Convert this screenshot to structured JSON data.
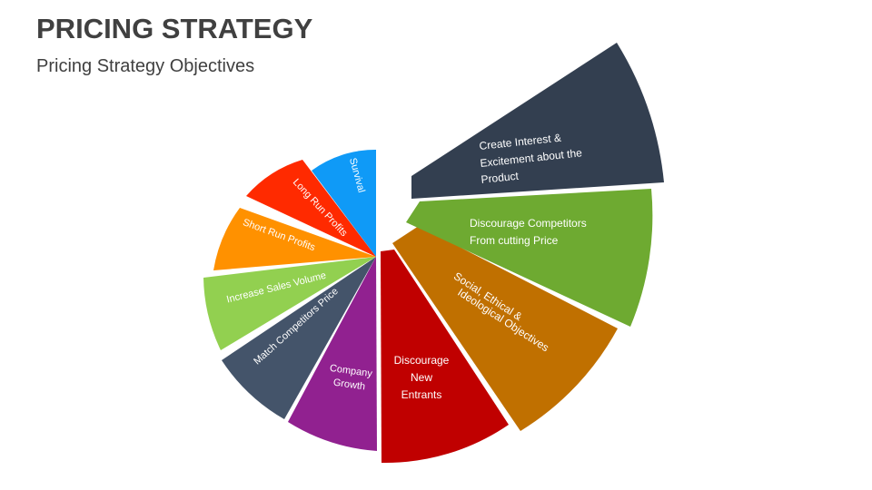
{
  "header": {
    "title": "PRICING STRATEGY",
    "subtitle": "Pricing Strategy Objectives"
  },
  "chart_data": {
    "type": "pie",
    "title": "Pricing Strategy Objectives",
    "note": "Rose/spiral pie diagram: segments of increasing radius, clockwise from top",
    "categories": [
      "Survival",
      "Long Run Profits",
      "Short Run Profits",
      "Increase Sales Volume",
      "Match Competitors Price",
      "Company Growth",
      "Discourage New Entrants",
      "Social, Ethical & Ideological Objectives",
      "Discourage Competitors From cutting Price",
      "Create Interest & Excitement about the Product"
    ],
    "colors": [
      "#0F9AF7",
      "#FF2A00",
      "#FF9100",
      "#92D050",
      "#44546A",
      "#912190",
      "#C00000",
      "#C07000",
      "#6EAA31",
      "#333F50"
    ]
  },
  "segments": [
    {
      "label_lines": [
        "Survival"
      ],
      "color": "#0F9AF7"
    },
    {
      "label_lines": [
        "Long Run Profits"
      ],
      "color": "#FF2A00"
    },
    {
      "label_lines": [
        "Short Run Profits"
      ],
      "color": "#FF9100"
    },
    {
      "label_lines": [
        "Increase Sales Volume"
      ],
      "color": "#92D050"
    },
    {
      "label_lines": [
        "Match Competitors Price"
      ],
      "color": "#44546A"
    },
    {
      "label_lines": [
        "Company",
        "Growth"
      ],
      "color": "#912190"
    },
    {
      "label_lines": [
        "Discourage",
        "New",
        "Entrants"
      ],
      "color": "#C00000"
    },
    {
      "label_lines": [
        "Social, Ethical &",
        "Ideological Objectives"
      ],
      "color": "#C07000"
    },
    {
      "label_lines": [
        "Discourage Competitors",
        "From cutting Price"
      ],
      "color": "#6EAA31"
    },
    {
      "label_lines": [
        "Create Interest &",
        "Excitement about the",
        "Product"
      ],
      "color": "#333F50"
    }
  ]
}
